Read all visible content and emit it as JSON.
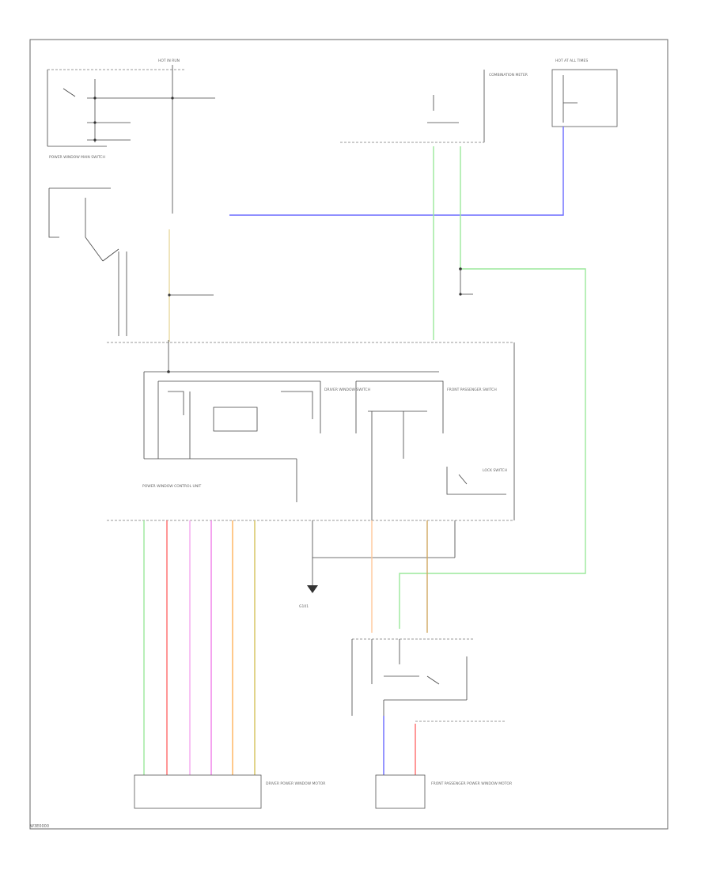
{
  "colors": {
    "green": "#9be89b",
    "red": "#ff6b6b",
    "pink": "#f6a8f0",
    "magenta": "#ef7ee8",
    "orange": "#ffb25a",
    "olive": "#d4c25a",
    "blue": "#6a6aff",
    "tan": "#e8d9a0",
    "lightorange": "#ffc89a",
    "darktan": "#d0a860",
    "frame": "#555555"
  },
  "labels": {
    "hot_in_run": "HOT IN RUN",
    "power_window_main_switch": "POWER WINDOW MAIN SWITCH",
    "combination_meter": "COMBINATION METER",
    "hot_at_all_times": "HOT AT ALL TIMES",
    "power_window_control_unit": "POWER WINDOW CONTROL UNIT",
    "front_passenger_switch": "FRONT PASSENGER SWITCH",
    "driver_switch": "DRIVER WINDOW SWITCH",
    "lock_switch": "LOCK SWITCH",
    "ground": "G101",
    "driver_motor": "DRIVER POWER WINDOW MOTOR",
    "passenger_motor": "FRONT PASSENGER POWER WINDOW MOTOR",
    "footer": "W3E0000"
  }
}
